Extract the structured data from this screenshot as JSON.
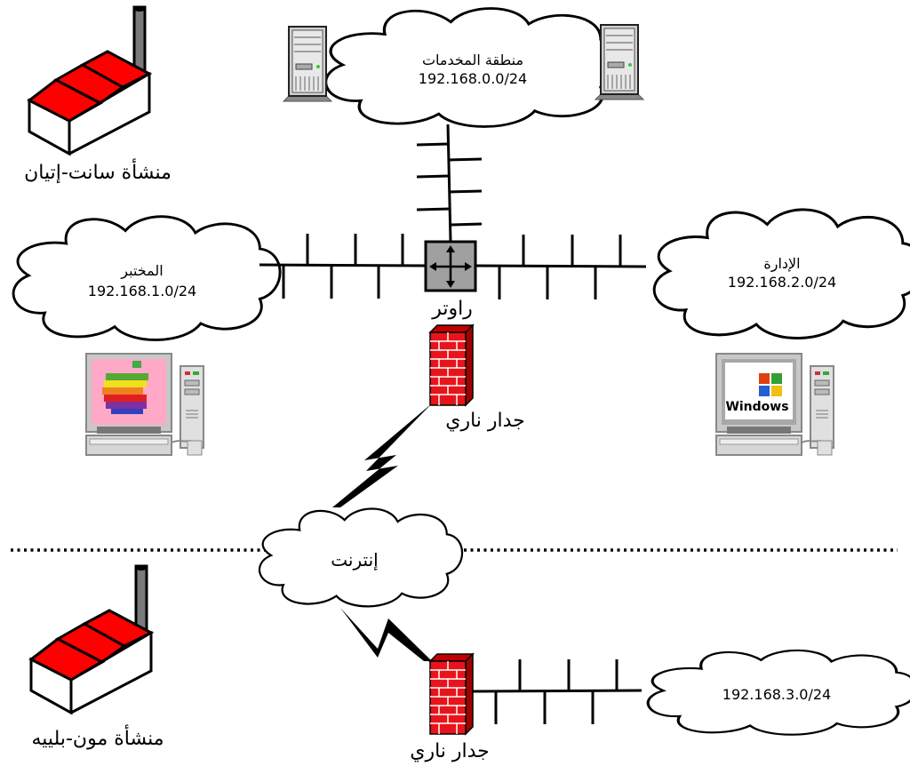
{
  "factories": {
    "top": {
      "label": "منشأة سانت-إتيان"
    },
    "bottom": {
      "label": "منشأة مون-بلييه"
    }
  },
  "clouds": {
    "servers": {
      "name": "منطقة المخدمات",
      "subnet": "192.168.0.0/24"
    },
    "lab": {
      "name": "المختبر",
      "subnet": "192.168.1.0/24"
    },
    "admin": {
      "name": "الإدارة",
      "subnet": "192.168.2.0/24"
    },
    "internet": {
      "name": "إنترنت"
    },
    "remote": {
      "subnet": "192.168.3.0/24"
    }
  },
  "router": {
    "label": "راوتر"
  },
  "firewalls": {
    "top": {
      "label": "جدار ناري"
    },
    "bottom": {
      "label": "جدار ناري"
    }
  },
  "windows_logo": {
    "text": "Windows"
  },
  "colors": {
    "factory_roof": "#ff0000",
    "firewall": "#e8141c",
    "router": "#a0a0a0"
  }
}
